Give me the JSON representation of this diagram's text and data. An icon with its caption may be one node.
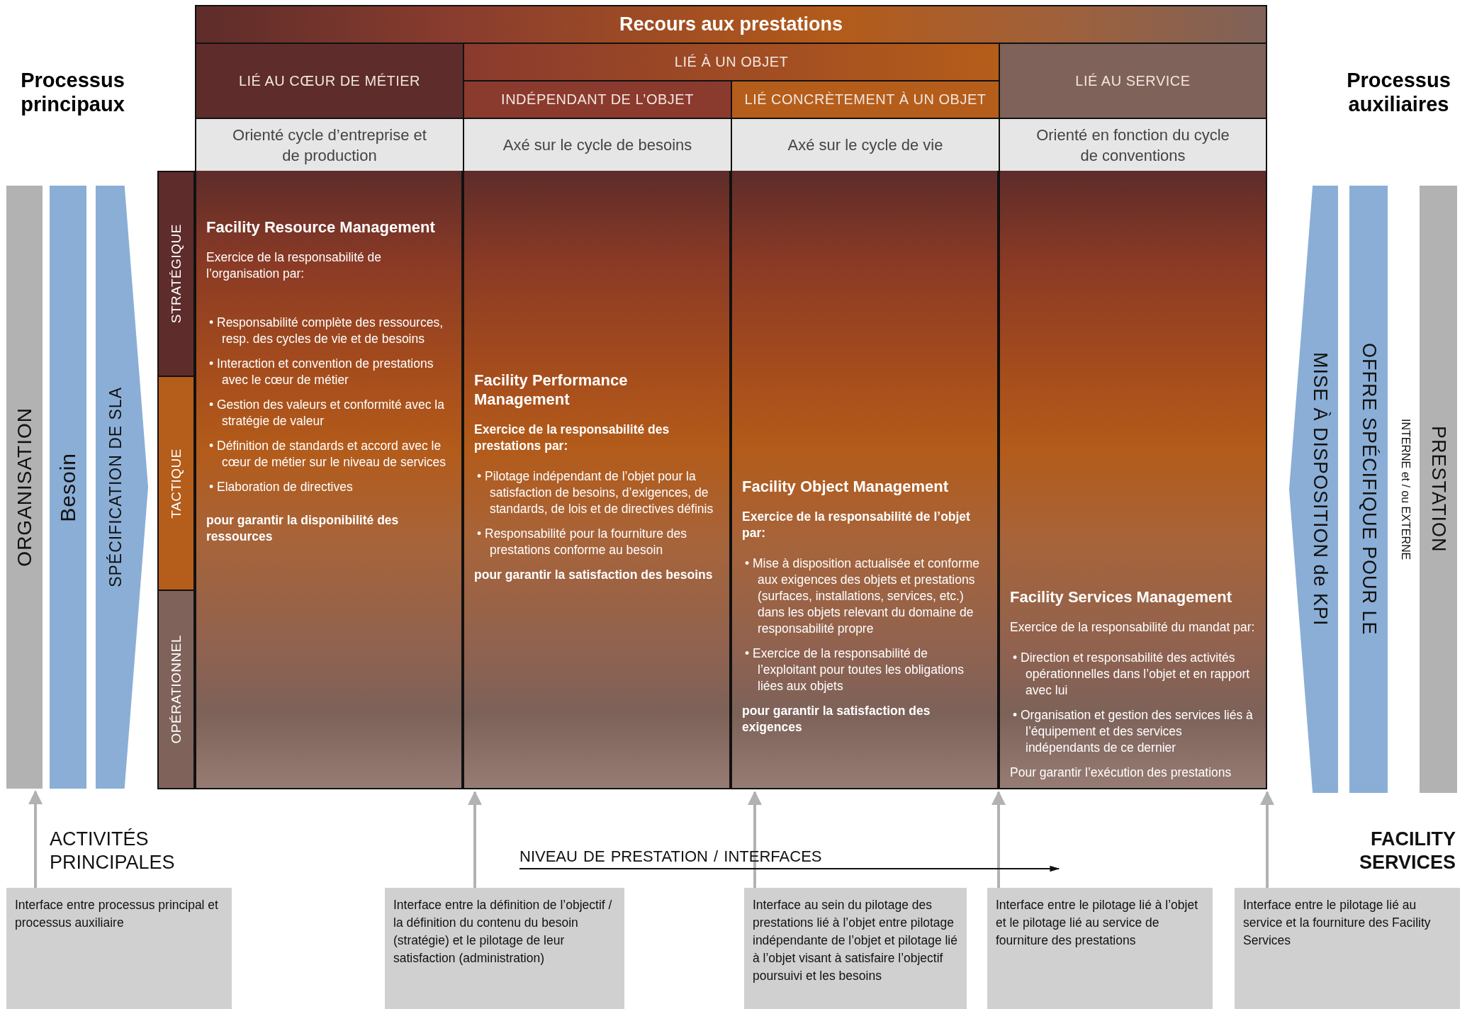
{
  "diagram": {
    "nodes": [
      {
        "text": [
          "Processus principaux"
        ]
      },
      {
        "text": [
          "Processus auxiliaires"
        ]
      },
      {
        "text": [
          "Recours aux prestations"
        ]
      },
      {
        "text": [
          "LIÉ AU CŒUR DE MÉTIER"
        ]
      },
      {
        "text": [
          "LIÉ À UN OBJET"
        ]
      },
      {
        "text": [
          "INDÉPENDANT DE L’OBJET"
        ]
      },
      {
        "text": [
          "LIÉ CONCRÈTEMENT À UN OBJET"
        ]
      },
      {
        "text": [
          "LIÉ AU SERVICE"
        ]
      },
      {
        "text": [
          "Orienté cycle d’entreprise et de production"
        ]
      },
      {
        "text": [
          "Axé sur le cycle de besoins"
        ]
      },
      {
        "text": [
          "Axé sur le cycle de vie"
        ]
      },
      {
        "text": [
          "Orienté en fonction du cycle de conventions"
        ]
      },
      {
        "text": [
          "STRATÉGIQUE"
        ]
      },
      {
        "text": [
          "TACTIQUE"
        ]
      },
      {
        "text": [
          "OPÉRATIONNEL"
        ]
      },
      {
        "text": [
          "Facility Resource Management",
          "Exercice de la responsabilité de l’organisation par:",
          "• Responsabilité complète des ressources, resp. des cycles de vie et de besoins",
          "• Interaction et convention de prestations avec le cœur de métier",
          "• Gestion des valeurs et conformité avec la stratégie de valeur",
          "• Définition de standards et accord avec le cœur de métier sur le niveau de services",
          "• Elaboration de directives",
          "pour garantir la disponibilité des ressources"
        ]
      },
      {
        "text": [
          "Facility Performance Management",
          "Exercice de la responsabilité des prestations par:",
          "• Pilotage indépendant de l’objet pour la satisfaction de besoins, d’exigences, de standards, de lois et de directives définis",
          "• Responsabilité pour la fourniture des prestations conforme au besoin",
          "pour garantir la satisfaction des besoins"
        ]
      },
      {
        "text": [
          "Facility Object Management",
          "Exercice de la responsabilité de l’objet par:",
          "• Mise à disposition actualisée et conforme aux exigences des objets et prestations (surfaces, installations, services, etc.) dans les objets relevant du domaine de responsabilité propre",
          "• Exercice de la responsabilité de l’exploitant pour toutes les obligations liées aux objets",
          "pour garantir la satisfaction des exigences"
        ]
      },
      {
        "text": [
          "Facility Services Management",
          "Exercice de la responsabilité du mandat par:",
          "• Direction et responsabilité des activités opérationnelles dans l’objet et en rapport avec lui",
          "• Organisation et gestion des services liés à l’équipement et des services indépendants de ce dernier",
          "Pour garantir l’exécution des prestations"
        ]
      },
      {
        "text": [
          "ORGANISATION"
        ]
      },
      {
        "text": [
          "Besoin"
        ]
      },
      {
        "text": [
          "SPÉCIFICATION DE SLA"
        ]
      },
      {
        "text": [
          "MISE À DISPOSITION de KPI"
        ]
      },
      {
        "text": [
          "OFFRE SPÉCIFIQUE POUR LE"
        ]
      },
      {
        "text": [
          "PRESTATION"
        ]
      },
      {
        "text": [
          "Interface entre processus principal et processus auxiliaire"
        ]
      },
      {
        "text": [
          "Interface entre la définition de l’objectif / la définition du contenu du besoin (stratégie) et le pilotage de leur satisfaction (administration)"
        ]
      },
      {
        "text": [
          "Interface au sein du pilotage des prestations lié à l’objet entre pilotage indépendante de l’objet et pilotage lié à l’objet visant à satisfaire l’objectif poursuivi et les besoins"
        ]
      },
      {
        "text": [
          "Interface entre le pilotage lié à l’objet et le pilotage lié au service de fourniture des prestations"
        ]
      },
      {
        "text": [
          "Interface entre le pilotage lié au service et la fourniture des Facility Services"
        ]
      }
    ],
    "edges": [
      {
        "from": 25,
        "to": 19,
        "arrow": "to"
      },
      {
        "from": 26,
        "to": 15,
        "arrow": "to"
      },
      {
        "from": 27,
        "to": 16,
        "arrow": "to"
      },
      {
        "from": 28,
        "to": 17,
        "arrow": "to"
      },
      {
        "from": 29,
        "to": 18,
        "arrow": "to"
      }
    ],
    "labels": [
      "INTERNE et / ou EXTERNE",
      "ACTIVITÉS PRINCIPALES",
      "NIVEAU DE PRESTATION / INTERFACES",
      "FACILITY SERVICES"
    ]
  }
}
